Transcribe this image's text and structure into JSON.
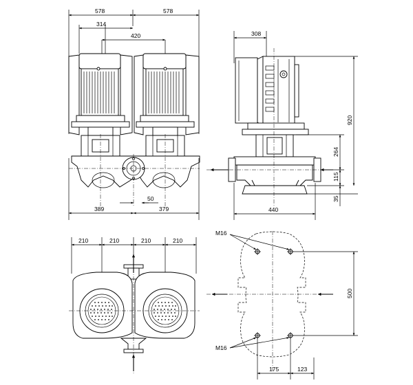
{
  "front_view": {
    "top_dims": [
      "578",
      "578",
      "314",
      "420"
    ],
    "bottom_dims": [
      "389",
      "379",
      "50"
    ]
  },
  "side_view": {
    "top_dim": "308",
    "right_dims": [
      "920",
      "264",
      "115",
      "35"
    ],
    "bottom_dim": "440"
  },
  "plan_view": {
    "top_dims": [
      "210",
      "210",
      "210",
      "210"
    ]
  },
  "base_view": {
    "bolt_labels": [
      "M16",
      "M16"
    ],
    "right_dim": "500",
    "bottom_dims": [
      "175",
      "123"
    ]
  },
  "colors": {
    "line": "#000000",
    "background": "#ffffff"
  }
}
